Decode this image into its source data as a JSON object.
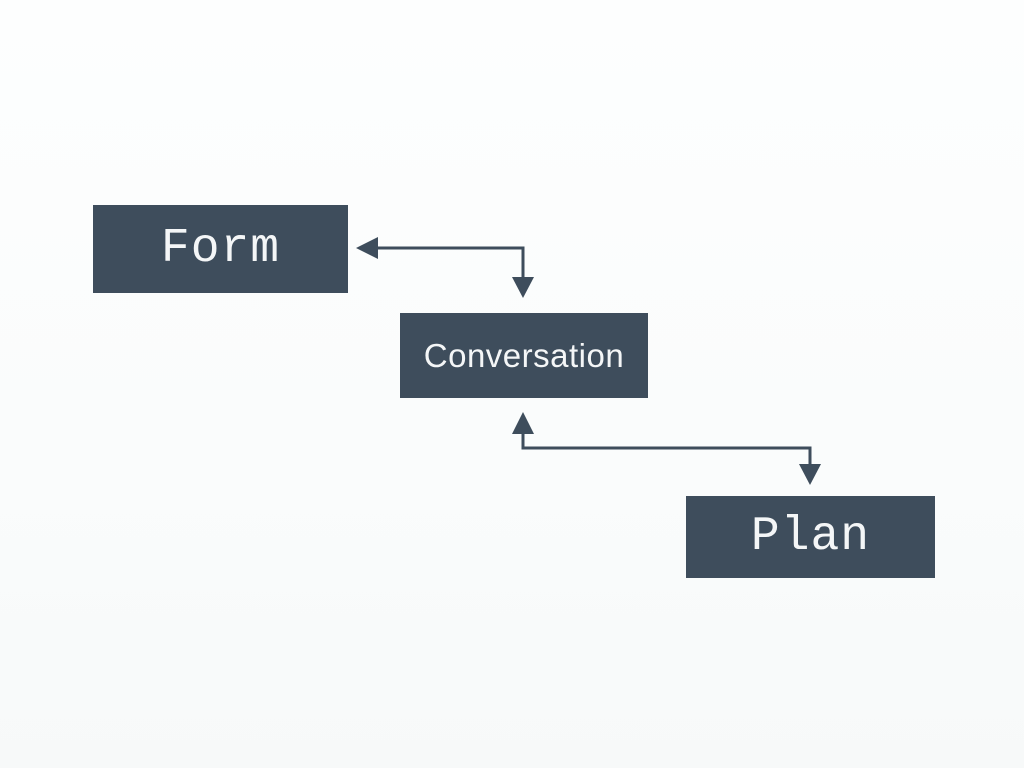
{
  "diagram": {
    "background_color": "#fbfcfd",
    "node_fill_color": "#3e4d5c",
    "node_text_color": "#f4f6f7",
    "arrow_color": "#3e4d5c",
    "nodes": [
      {
        "id": "form",
        "label": "Form"
      },
      {
        "id": "conversation",
        "label": "Conversation"
      },
      {
        "id": "plan",
        "label": "Plan"
      }
    ],
    "connectors": [
      {
        "between": "Form and Conversation",
        "type": "elbow",
        "arrowheads": "both-ends"
      },
      {
        "between": "Conversation and Plan",
        "type": "elbow",
        "arrowheads": "both-ends"
      }
    ]
  }
}
